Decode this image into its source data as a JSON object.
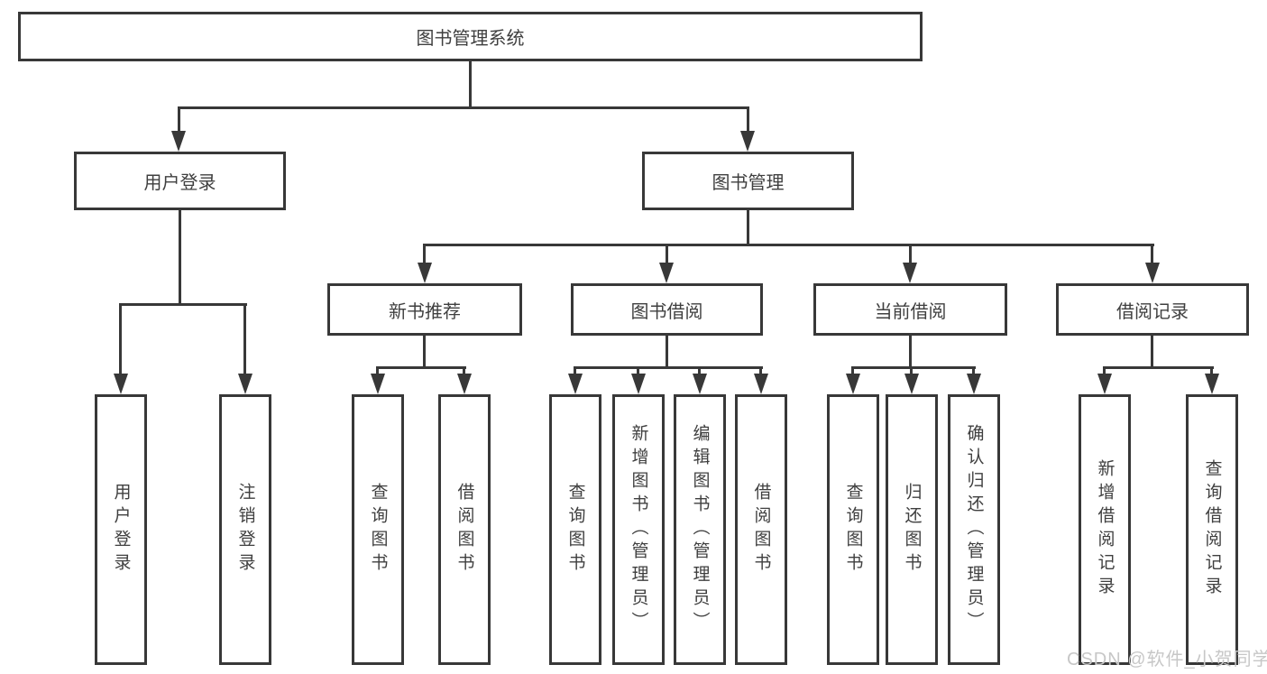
{
  "diagram_type": "hierarchy-tree",
  "colors": {
    "background": "#ffffff",
    "line": "#383838",
    "text": "#3f3f3f",
    "watermark": "#c7c7c7"
  },
  "tree": {
    "label": "图书管理系统",
    "children": [
      {
        "label": "用户登录",
        "children": [
          {
            "label": "用户登录"
          },
          {
            "label": "注销登录"
          }
        ]
      },
      {
        "label": "图书管理",
        "children": [
          {
            "label": "新书推荐",
            "children": [
              {
                "label": "查询图书"
              },
              {
                "label": "借阅图书"
              }
            ]
          },
          {
            "label": "图书借阅",
            "children": [
              {
                "label": "查询图书"
              },
              {
                "label": "新增图书（管理员）"
              },
              {
                "label": "编辑图书（管理员）"
              },
              {
                "label": "借阅图书"
              }
            ]
          },
          {
            "label": "当前借阅",
            "children": [
              {
                "label": "查询图书"
              },
              {
                "label": "归还图书"
              },
              {
                "label": "确认归还（管理员）"
              }
            ]
          },
          {
            "label": "借阅记录",
            "children": [
              {
                "label": "新增借阅记录"
              },
              {
                "label": "查询借阅记录"
              }
            ]
          }
        ]
      }
    ]
  },
  "watermark": {
    "text": "CSDN @软件_小贺同学"
  }
}
